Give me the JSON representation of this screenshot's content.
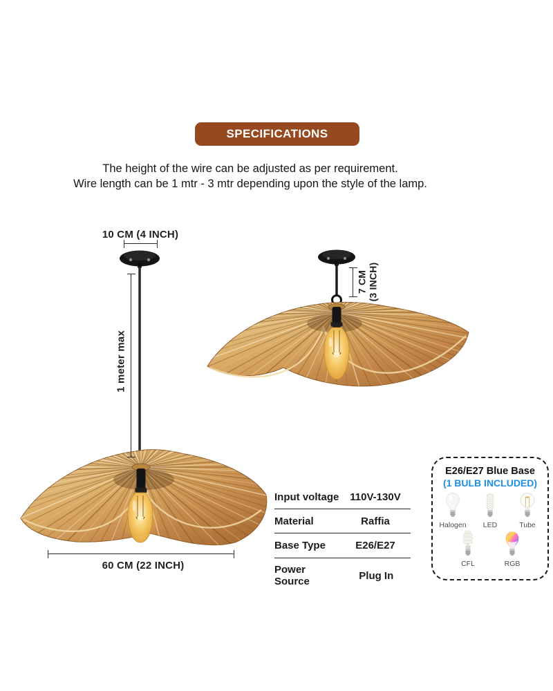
{
  "header": {
    "badge": "SPECIFICATIONS"
  },
  "intro": {
    "line1": "The height of the wire can be adjusted as per requirement.",
    "line2": "Wire length can be 1 mtr - 3 mtr depending upon the style of the lamp."
  },
  "dimensions": {
    "canopy_width": "10 CM (4 INCH)",
    "wire_length": "1 meter max",
    "rod_height_line1": "7 CM",
    "rod_height_line2": "(3 INCH)",
    "shade_width": "60 CM (22 INCH)"
  },
  "spec_table": {
    "rows": [
      {
        "label": "Input voltage",
        "value": "110V-130V"
      },
      {
        "label": "Material",
        "value": "Raffia"
      },
      {
        "label": "Base Type",
        "value": "E26/E27"
      },
      {
        "label": "Power Source",
        "value": "Plug In"
      }
    ]
  },
  "bulb_box": {
    "title": "E26/E27 Blue Base",
    "subtitle": "(1 BULB INCLUDED)",
    "bulbs": [
      {
        "label": "Halogen"
      },
      {
        "label": "LED"
      },
      {
        "label": "Tube"
      },
      {
        "label": "CFL"
      },
      {
        "label": "RGB"
      }
    ]
  },
  "colors": {
    "badge_brown": "#96491E",
    "accent_blue": "#1D8FE1",
    "text_dark": "#1D1D1D",
    "shade_tan_light": "#EBCD96",
    "shade_tan_dark": "#A26730",
    "bulb_amber": "#E8A93F"
  }
}
